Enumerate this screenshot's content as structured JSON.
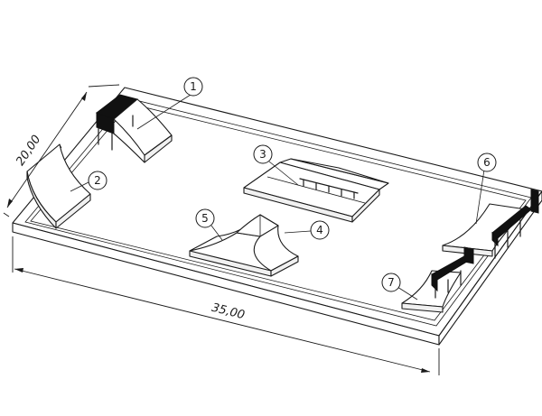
{
  "dimensions": {
    "length": "35,00",
    "width": "20,00"
  },
  "balloons": [
    {
      "id": "b1",
      "label": "1"
    },
    {
      "id": "b2",
      "label": "2"
    },
    {
      "id": "b3",
      "label": "3"
    },
    {
      "id": "b4",
      "label": "4"
    },
    {
      "id": "b5",
      "label": "5"
    },
    {
      "id": "b6",
      "label": "6"
    },
    {
      "id": "b7",
      "label": "7"
    }
  ]
}
